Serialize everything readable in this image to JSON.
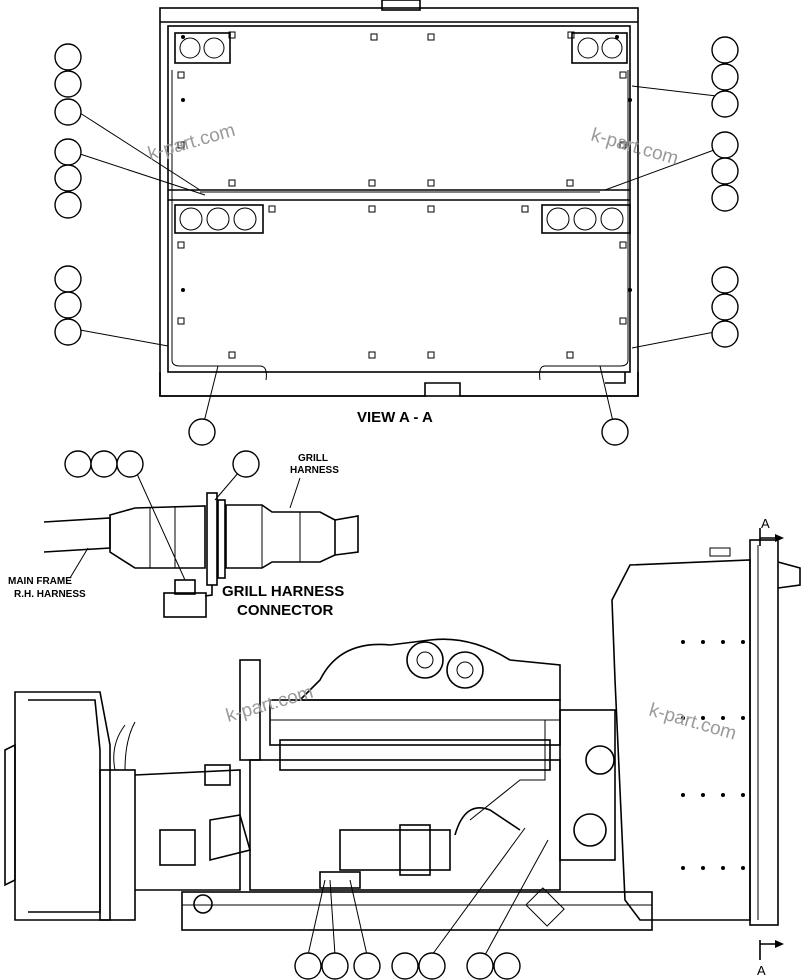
{
  "view_title": "VIEW A - A",
  "labels": {
    "grill_harness": [
      "GRILL",
      "HARNESS"
    ],
    "main_frame_harness": [
      "MAIN FRAME",
      "R.H. HARNESS"
    ],
    "connector_title": [
      "GRILL HARNESS",
      "CONNECTOR"
    ],
    "section_marker_top": "A",
    "section_marker_bottom": "A"
  },
  "watermarks": [
    "k-part.com",
    "k-part.com",
    "k-part.com",
    "k-part.com"
  ]
}
